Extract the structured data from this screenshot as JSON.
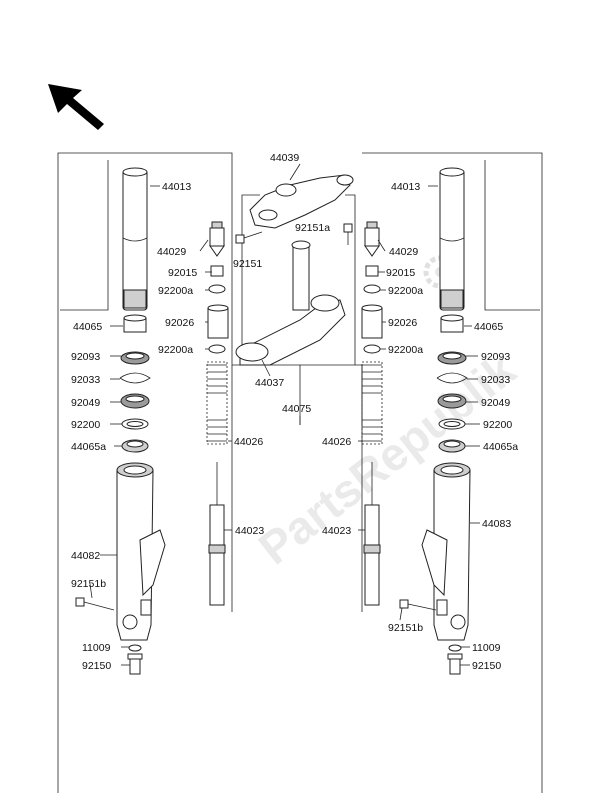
{
  "watermark": "PartsRepublik",
  "labels": {
    "p44039": "44039",
    "p44013_l": "44013",
    "p44013_r": "44013",
    "p44029_l": "44029",
    "p44029_r": "44029",
    "p92151a": "92151a",
    "p92151": "92151",
    "p92015_l": "92015",
    "p92015_r": "92015",
    "p92200a_l1": "92200a",
    "p92200a_r1": "92200a",
    "p92026_l": "92026",
    "p92026_r": "92026",
    "p92200a_l2": "92200a",
    "p92200a_r2": "92200a",
    "p44065_l": "44065",
    "p44065_r": "44065",
    "p92093_l": "92093",
    "p92093_r": "92093",
    "p44037": "44037",
    "p92033_l": "92033",
    "p92033_r": "92033",
    "p44075": "44075",
    "p92049_l": "92049",
    "p92049_r": "92049",
    "p92200_l": "92200",
    "p92200_r": "92200",
    "p44026_l": "44026",
    "p44026_r": "44026",
    "p44065a_l": "44065a",
    "p44065a_r": "44065a",
    "p44083": "44083",
    "p44023_l": "44023",
    "p44023_r": "44023",
    "p44082": "44082",
    "p92151b_l": "92151b",
    "p92151b_r": "92151b",
    "p11009_l": "11009",
    "p11009_r": "11009",
    "p92150_l": "92150",
    "p92150_r": "92150"
  }
}
